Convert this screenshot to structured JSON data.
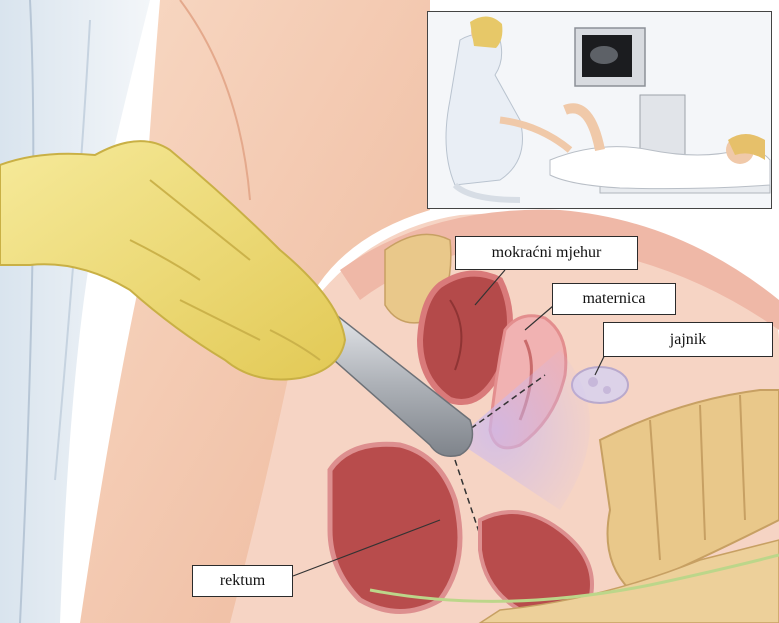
{
  "labels": {
    "bladder": "mokraćni mjehur",
    "uterus": "maternica",
    "ovary": "jajnik",
    "rectum": "rektum"
  },
  "colors": {
    "skin": "#f4c9b0",
    "glove": "#eedd73",
    "probe": "#b9bcc2",
    "tissue": "#d86060",
    "bone": "#e9c88a",
    "ultrasound_beam": "#b8a4e0"
  }
}
